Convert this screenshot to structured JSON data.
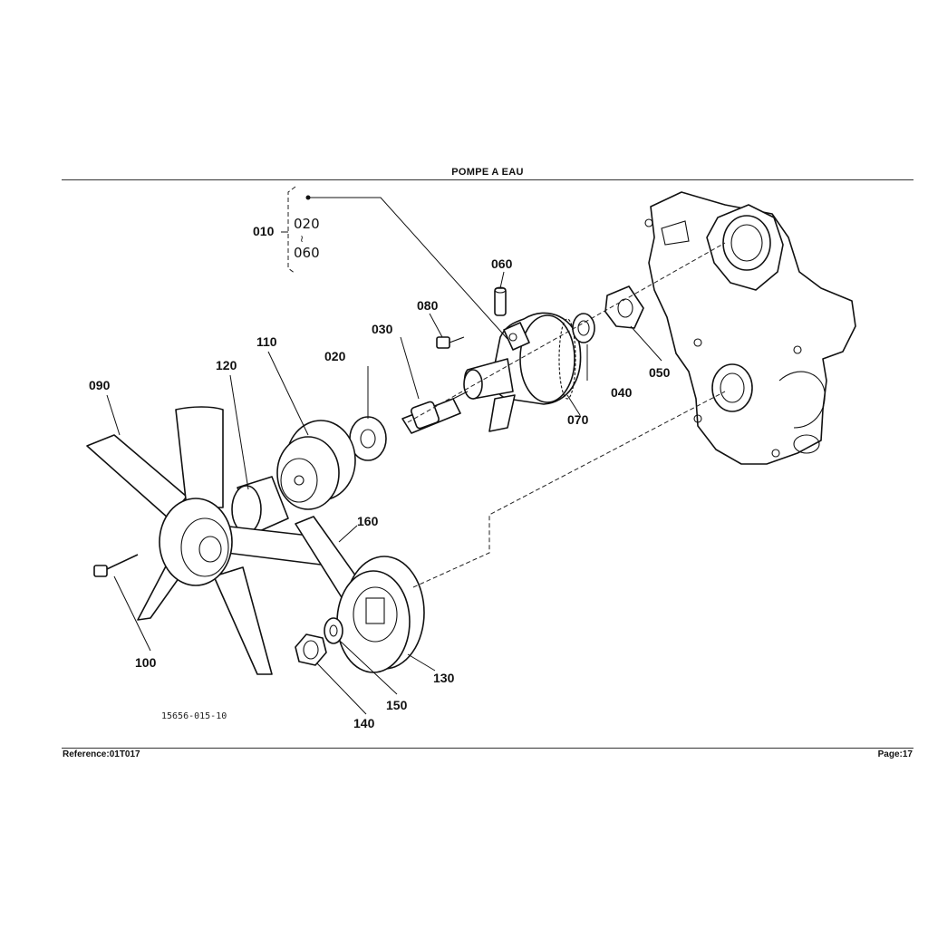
{
  "page": {
    "title": "POMPE A EAU",
    "reference": "Reference:01T017",
    "page_number": "Page:17",
    "drawing_code": "15656-015-10"
  },
  "bracket_group": {
    "parent": "010",
    "range_from": "020",
    "range_sep": "≀",
    "range_to": "060"
  },
  "callouts": {
    "p020": "020",
    "p030": "030",
    "p040": "040",
    "p050": "050",
    "p060": "060",
    "p070": "070",
    "p080": "080",
    "p090": "090",
    "p100": "100",
    "p110": "110",
    "p120": "120",
    "p130": "130",
    "p140": "140",
    "p150": "150",
    "p160": "160"
  }
}
